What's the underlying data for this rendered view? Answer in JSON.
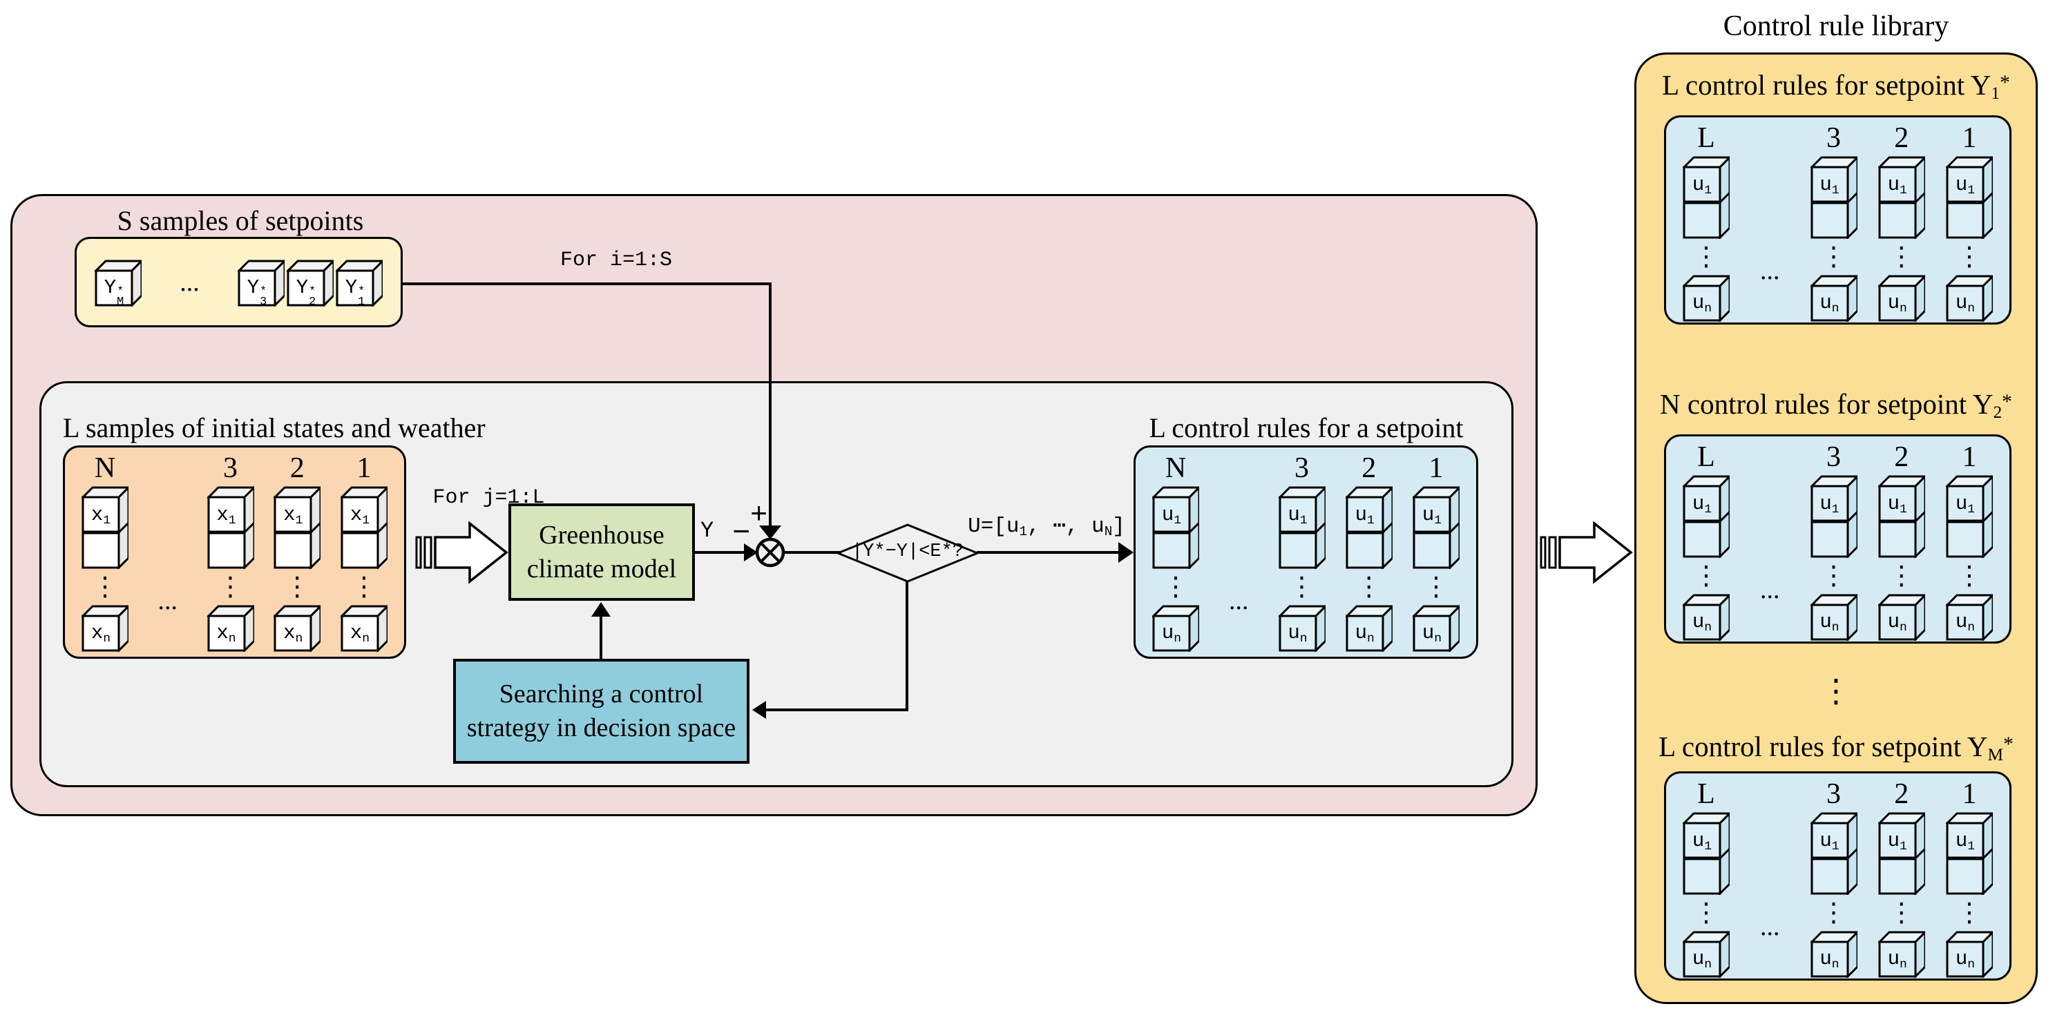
{
  "flow": {
    "setpoints": {
      "title": "S samples of setpoints",
      "ellipsis": "...",
      "cubes": [
        {
          "base": "Y",
          "sub": "M",
          "sup": "*"
        },
        {
          "base": "Y",
          "sub": "3",
          "sup": "*"
        },
        {
          "base": "Y",
          "sub": "2",
          "sup": "*"
        },
        {
          "base": "Y",
          "sub": "1",
          "sup": "*"
        }
      ]
    },
    "loop_i_label": "For i=1:S",
    "loop_j_label": "For j=1:L",
    "initial": {
      "title": "L samples of initial states and weather",
      "columns": [
        "N",
        "3",
        "2",
        "1"
      ],
      "cube_top": {
        "base": "x",
        "sub": "1"
      },
      "cube_bottom": {
        "base": "x",
        "sub": "n"
      },
      "vdots": "⋮",
      "ellipsis": "..."
    },
    "model_box": {
      "line1": "Greenhouse",
      "line2": "climate model"
    },
    "search_box": {
      "line1": "Searching a control",
      "line2": "strategy in decision space"
    },
    "junction": {
      "plus": "+",
      "minus": "−",
      "y_label": "Y"
    },
    "decision": {
      "text": "|Y*−Y|<E*?"
    },
    "u_label": {
      "p1": "U=[u",
      "s1": "1",
      "p2": ", ⋯, u",
      "s2": "N",
      "p3": "]"
    },
    "rules": {
      "title": "L control rules for a setpoint",
      "columns": [
        "N",
        "3",
        "2",
        "1"
      ],
      "cube_top": {
        "base": "u",
        "sub": "1"
      },
      "cube_bottom": {
        "base": "u",
        "sub": "n"
      },
      "vdots": "⋮",
      "ellipsis": "..."
    }
  },
  "library": {
    "title": "Control rule library",
    "between_sections_dots": "⋮",
    "columns": [
      "L",
      "3",
      "2",
      "1"
    ],
    "cube_top": {
      "base": "u",
      "sub": "1"
    },
    "cube_bottom": {
      "base": "u",
      "sub": "n"
    },
    "vdots": "⋮",
    "ellipsis": "...",
    "sections": [
      {
        "prefix": "L control rules for setpoint Y",
        "sub": "1",
        "sup": "*"
      },
      {
        "prefix": "N control rules for setpoint Y",
        "sub": "2",
        "sup": "*"
      },
      {
        "prefix": "L control rules for setpoint Y",
        "sub": "M",
        "sup": "*"
      }
    ]
  },
  "colors": {
    "outer_loop_region": "#F1DCDB",
    "inner_loop_region": "#F0F0F0",
    "setpoints_box": "#FEF2CB",
    "initial_samples_box": "#FBD6B3",
    "model_box": "#D7E4BC",
    "search_box": "#90CDDC",
    "rules_box": "#D6EAF3",
    "library_panel": "#FBDF96",
    "line": "#000000"
  }
}
